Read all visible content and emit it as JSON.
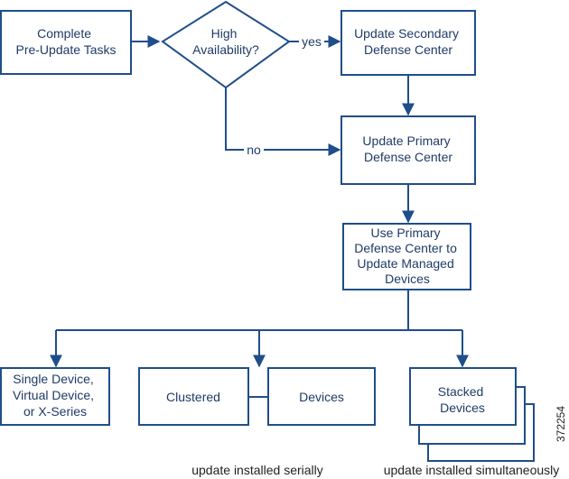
{
  "nodes": {
    "pre_update": {
      "lines": [
        "Complete",
        "Pre-Update Tasks"
      ]
    },
    "high_availability": {
      "lines": [
        "High",
        "Availability?"
      ]
    },
    "update_secondary": {
      "lines": [
        "Update Secondary",
        "Defense Center"
      ]
    },
    "update_primary": {
      "lines": [
        "Update Primary",
        "Defense Center"
      ]
    },
    "use_primary": {
      "lines": [
        "Use Primary",
        "Defense Center to",
        "Update Managed",
        "Devices"
      ]
    },
    "single_device": {
      "lines": [
        "Single Device,",
        "Virtual Device,",
        "or X-Series"
      ]
    },
    "clustered": {
      "lines": [
        "Clustered"
      ]
    },
    "devices": {
      "lines": [
        "Devices"
      ]
    },
    "stacked": {
      "lines": [
        "Stacked",
        "Devices"
      ]
    }
  },
  "edges": {
    "yes_label": "yes",
    "no_label": "no"
  },
  "notes": {
    "serial": "update installed serially",
    "simultaneous": "update installed simultaneously"
  },
  "figure_id": "372254"
}
